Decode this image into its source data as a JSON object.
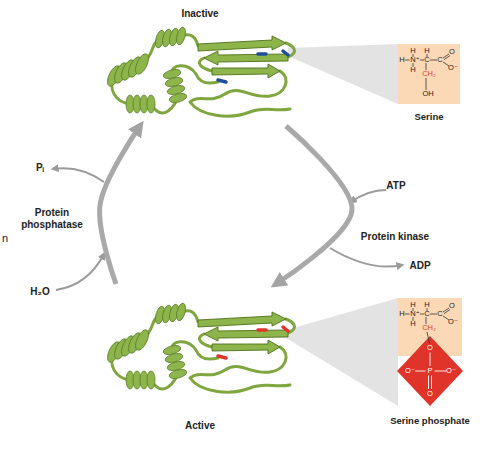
{
  "diagram": {
    "nodes": [
      {
        "text": [
          "Inactive"
        ]
      },
      {
        "text": [
          "Serine"
        ]
      },
      {
        "text": [
          "Active"
        ]
      },
      {
        "text": [
          "Serine phosphate"
        ]
      }
    ],
    "edges": [
      {
        "from": 0,
        "to": 2,
        "arrow": "to",
        "label": "Protein kinase"
      },
      {
        "from": 2,
        "to": 0,
        "arrow": "to",
        "label": "Protein phosphatase"
      }
    ],
    "labels": [
      "n",
      "Pᵢ",
      "H₂O",
      "ATP",
      "ADP",
      "H",
      "H",
      "H",
      "N⁺",
      "C",
      "C",
      "O",
      "O⁻",
      "H",
      "CH₂",
      "OH",
      "H",
      "H",
      "H",
      "N⁺",
      "C",
      "C",
      "O",
      "O⁻",
      "H",
      "CH₂",
      "O",
      "O⁻",
      "P",
      "O⁻",
      "O"
    ]
  }
}
